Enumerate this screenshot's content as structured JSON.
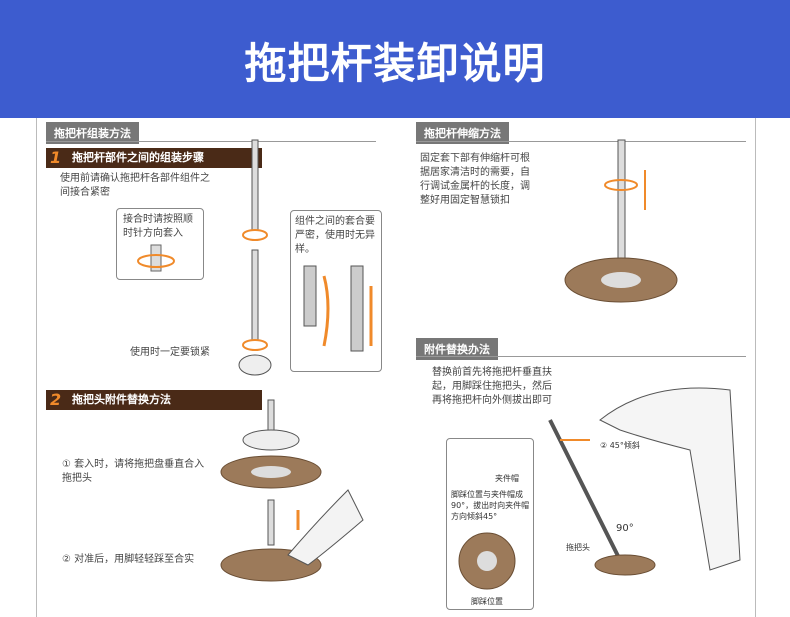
{
  "banner": {
    "title": "拖把杆装卸说明"
  },
  "left": {
    "section_title": "拖把杆组装方法",
    "step1": {
      "num": "1",
      "title": "拖把杆部件之间的组装步骤",
      "desc": "使用前请确认拖把杆各部件组件之间接合紧密",
      "box_text": "接合时请按照顺时针方向套入",
      "callout": "组件之间的套合要严密，使用时无异样。",
      "lock_text": "使用时一定要锁紧"
    },
    "step2": {
      "num": "2",
      "title": "拖把头附件替换方法",
      "note1": "① 套入时，请将拖把盘垂直合入拖把头",
      "note2": "② 对准后，用脚轻轻踩至合实"
    }
  },
  "right": {
    "section1_title": "拖把杆伸缩方法",
    "section1_desc": "固定套下部有伸缩杆可根据居家清洁时的需要，自行调试金属杆的长度，调整好用固定智慧锁扣",
    "section2_title": "附件替换办法",
    "section2_desc": "替换前首先将拖把杆垂直扶起，用脚踩住拖把头，然后再将拖把杆向外侧拔出即可",
    "label_45": "② 45°倾斜",
    "label_clip": "夹件帽",
    "label_instructions": "脚踩位置与夹件帽成90°，拔出时向夹件帽方向倾斜45°",
    "label_90": "90°",
    "label_mop_head": "拖把头",
    "label_foot": "脚踩位置"
  }
}
